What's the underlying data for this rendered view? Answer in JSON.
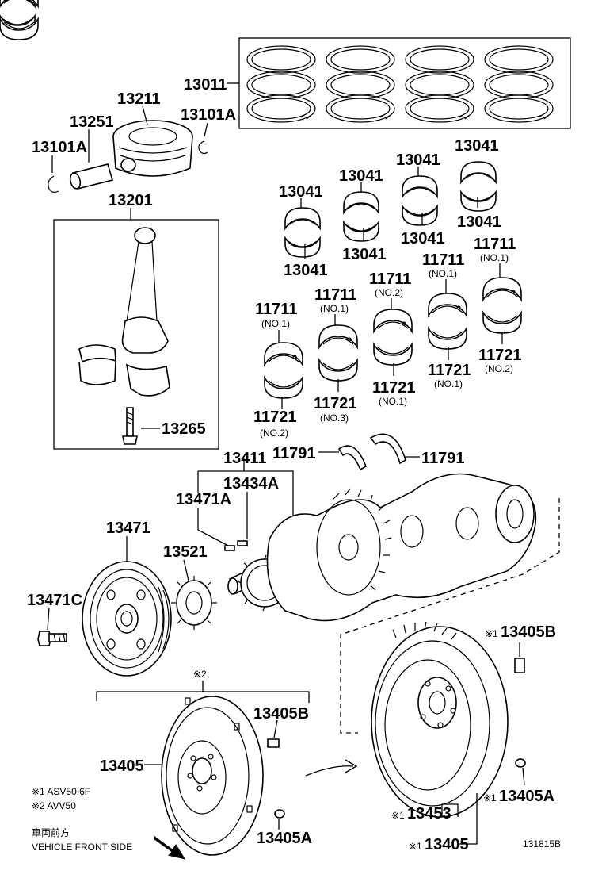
{
  "diagram_id": "131815B",
  "parts": {
    "p13011": "13011",
    "p13211": "13211",
    "p13251": "13251",
    "p13101A_r": "13101A",
    "p13101A_l": "13101A",
    "p13201": "13201",
    "p13265": "13265",
    "p13041_a": "13041",
    "p13041_b": "13041",
    "p13041_c": "13041",
    "p13041_d": "13041",
    "p13041_e": "13041",
    "p13041_f": "13041",
    "p13041_g": "13041",
    "p13041_h": "13041",
    "p11711_a": "11711",
    "p11711_b": "11711",
    "p11711_c": "11711",
    "p11711_d": "11711",
    "p11711_e": "11711",
    "p11721_a": "11721",
    "p11721_b": "11721",
    "p11721_c": "11721",
    "p11721_d": "11721",
    "p11721_e": "11721",
    "p11791_l": "11791",
    "p11791_r": "11791",
    "p13411": "13411",
    "p13434A": "13434A",
    "p13471A": "13471A",
    "p13471": "13471",
    "p13521": "13521",
    "p13471C": "13471C",
    "p13405B_top": "13405B",
    "p13405B": "13405B",
    "p13405": "13405",
    "p13405A": "13405A",
    "p13405A_r": "13405A",
    "p13453": "13453",
    "p13405_r": "13405"
  },
  "sub": {
    "no1": "(NO.1)",
    "no2": "(NO.2)",
    "no3": "(NO.3)"
  },
  "marks": {
    "m1": "※1",
    "m2": "※2"
  },
  "notes": {
    "n1": "※1 ASV50,6F",
    "n2": "※2 AVV50",
    "front_jp": "車両前方",
    "front_en": "VEHICLE FRONT SIDE"
  }
}
